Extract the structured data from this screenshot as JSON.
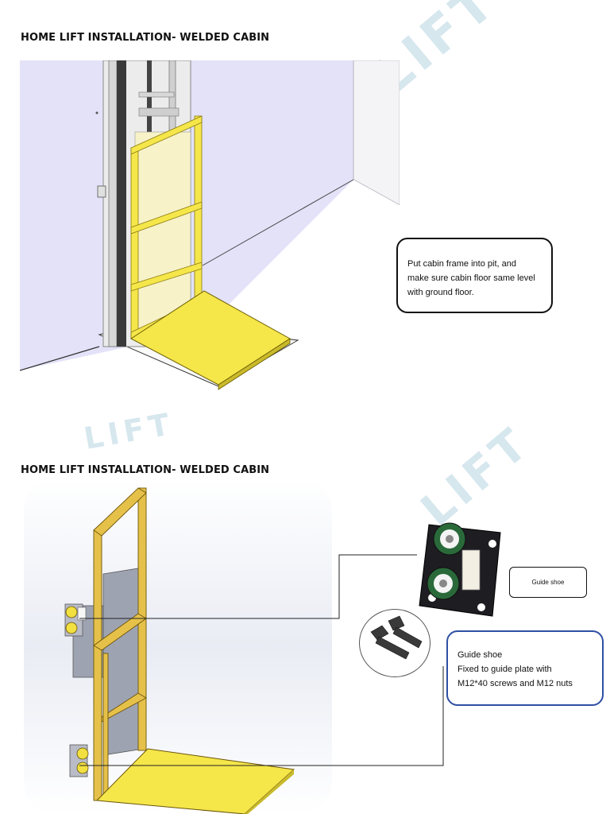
{
  "page1": {
    "heading": "HOME LIFT INSTALLATION- WELDED CABIN",
    "note_lines": [
      "Put cabin frame into pit, and",
      "make sure cabin floor same level",
      "with ground floor."
    ]
  },
  "page2": {
    "heading": "HOME LIFT INSTALLATION- WELDED CABIN",
    "label_small": "Guide shoe",
    "note_lines": [
      "Guide shoe",
      "Fixed to guide plate with",
      "M12*40 screws and M12 nuts"
    ]
  },
  "watermark": {
    "text_top": "LIFT",
    "text_bottom": "LIFT"
  },
  "colors": {
    "frame_yellow": "#f5e64a",
    "frame_wood": "#e6c14a",
    "wall_lavender": "#e3e2f8",
    "note_border_blue": "#2f4fa3",
    "watermark": "#cfe3ec"
  }
}
